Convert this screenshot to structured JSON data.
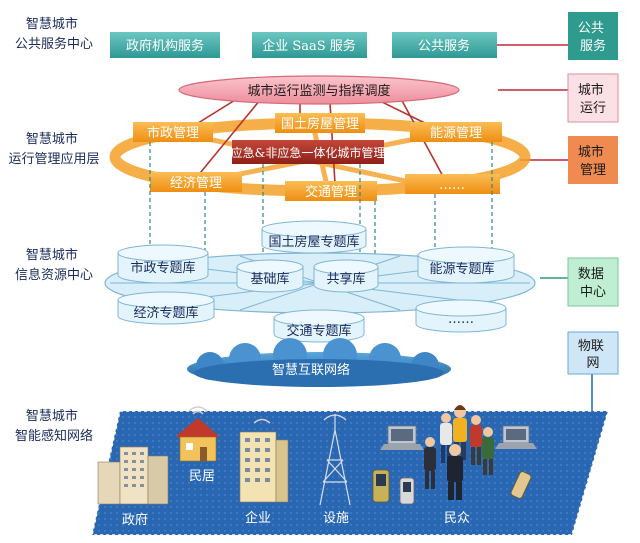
{
  "layers": {
    "public_service": "智慧城市\n公共服务中心",
    "operation": "智慧城市\n运行管理应用层",
    "resource": "智慧城市\n信息资源中心",
    "sensing": "智慧城市\n智能感知网络"
  },
  "services": [
    "政府机构服务",
    "企业 SaaS 服务",
    "公共服务"
  ],
  "ops": {
    "monitor": "城市运行监测与指挥调度",
    "emergency": "应急&非应急一体化城市管理",
    "municipal": "市政管理",
    "land": "国土房屋管理",
    "energy": "能源管理",
    "economy": "经济管理",
    "traffic": "交通管理",
    "more": "……"
  },
  "dbs": {
    "land": "国土房屋专题库",
    "municipal": "市政专题库",
    "base": "基础库",
    "shared": "共享库",
    "energy": "能源专题库",
    "economy": "经济专题库",
    "more": "……",
    "traffic": "交通专题库"
  },
  "network": "智慧互联网络",
  "sensing_items": {
    "gov": "政府",
    "home": "民居",
    "ent": "企业",
    "fac": "设施",
    "people": "民众"
  },
  "tags": {
    "public": "公共\n服务",
    "run": "城市\n运行",
    "manage": "城市\n管理",
    "data": "数据\n中心",
    "iot": "物联\n网"
  },
  "colors": {
    "teal": "#3aa6a0",
    "orange": "#f5a028",
    "blue_floor": "#1f5fa8",
    "pink": "#f29aa8",
    "dark_red": "#b83228",
    "cyl": "#d8eef9"
  }
}
